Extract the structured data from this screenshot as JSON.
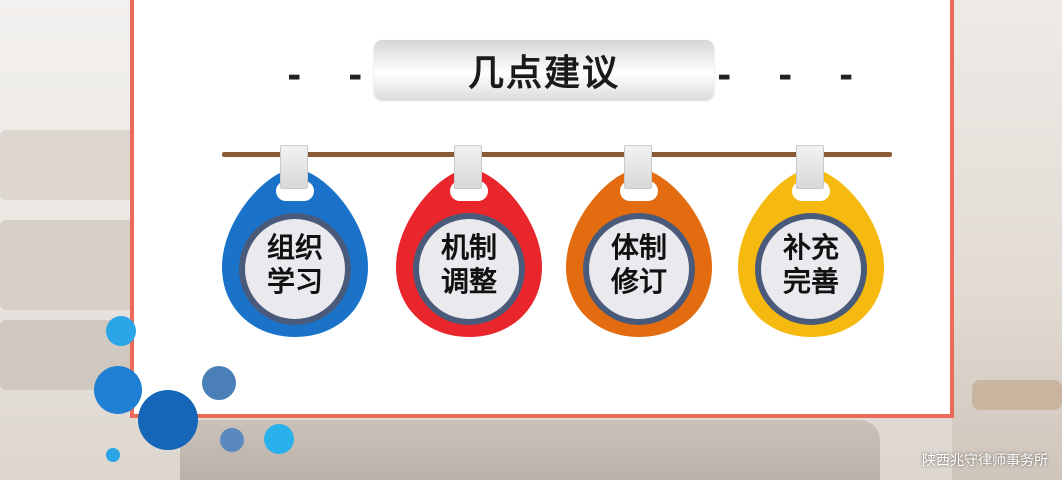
{
  "title": "几点建议",
  "dash_left": "- - -",
  "dash_right": "- - -",
  "tags": [
    {
      "line1": "组织",
      "line2": "学习",
      "color": "#1a73c9",
      "dark": "#155ea6"
    },
    {
      "line1": "机制",
      "line2": "调整",
      "color": "#e8262c",
      "dark": "#c21d22"
    },
    {
      "line1": "体制",
      "line2": "修订",
      "color": "#e36c10",
      "dark": "#c55a0a"
    },
    {
      "line1": "补充",
      "line2": "完善",
      "color": "#f5b90f",
      "dark": "#d79c05"
    }
  ],
  "inner_ring_color": "#4a5a7a",
  "inner_fill_color": "#e9e9ee",
  "rod_color": "#8a5a36",
  "frame_color": "#ec6a5a",
  "watermark": "陕西兆守律师事务所"
}
